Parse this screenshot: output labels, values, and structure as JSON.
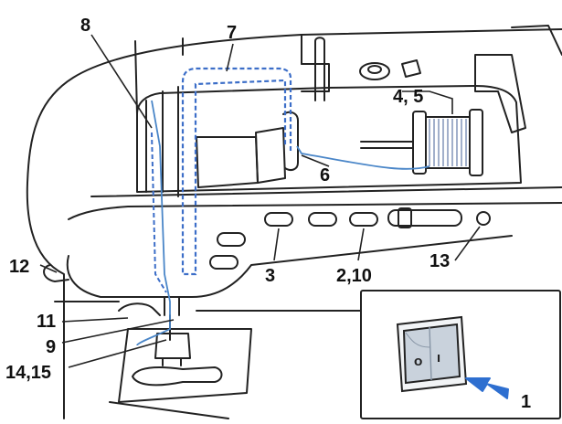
{
  "colors": {
    "machine_outline": "#222222",
    "machine_fill": "#ffffff",
    "thread_path_dashed": "#3c6ec8",
    "thread_blue": "#4a86c8",
    "arrow_blue": "#2e6fd0",
    "switch_fill": "#c9d2dc",
    "spool_thread": "#7a8fb5"
  },
  "callouts": {
    "c8": "8",
    "c7": "7",
    "c4_5": "4, 5",
    "c6": "6",
    "c12": "12",
    "c3": "3",
    "c2_10": "2,10",
    "c13": "13",
    "c11": "11",
    "c9": "9",
    "c14_15": "14,15",
    "c1": "1"
  },
  "power_switch": {
    "on_symbol": "I",
    "off_symbol": "O",
    "pressed_side": "on"
  },
  "icons": [
    "power-switch-icon",
    "push-arrow-icon",
    "spool-icon",
    "bobbin-winder-icon"
  ]
}
